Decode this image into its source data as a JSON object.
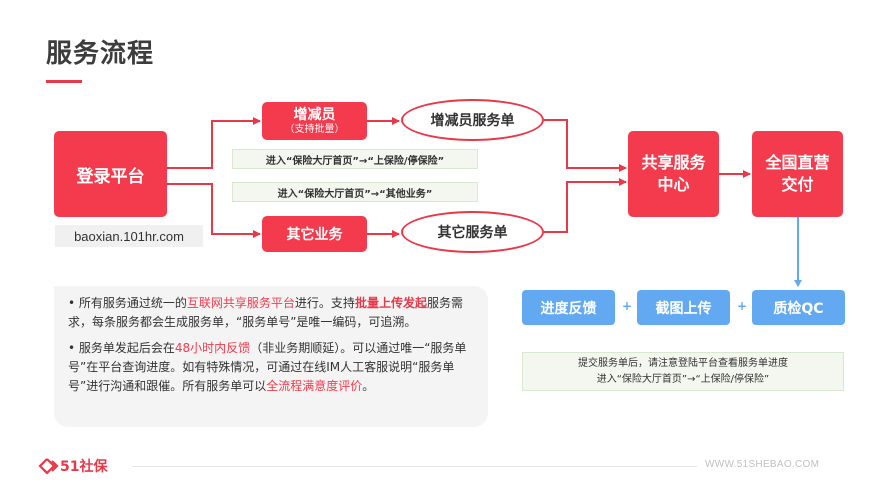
{
  "page": {
    "title": "服务流程"
  },
  "flow": {
    "login": "登录平台",
    "url": "baoxian.101hr.com",
    "add_staff": {
      "label": "增减员",
      "sub": "（支持批量）"
    },
    "other_business": "其它业务",
    "path_add": "进入“保险大厅首页”→“上保险/停保险”",
    "path_other": "进入“保险大厅首页”→“其他业务”",
    "add_order": "增减员服务单",
    "other_order": "其它服务单",
    "shared_center": {
      "line1": "共享服务",
      "line2": "中心"
    },
    "national_delivery": {
      "line1": "全国直营",
      "line2": "交付"
    },
    "steps": [
      {
        "label": "进度反馈"
      },
      {
        "label": "截图上传"
      },
      {
        "label": "质检QC"
      }
    ],
    "plus_sign": "+",
    "note": {
      "line1": "提交服务单后，请注意登陆平台查看服务单进度",
      "line2": "进入“保险大厅首页”→“上保险/停保险”"
    }
  },
  "info": {
    "p1": {
      "t1": "• 所有服务通过统一的",
      "h1": "互联网共享服务平台",
      "t2": "进行。支持",
      "h2": "批量上传发起",
      "t3": "服务需求，每条服务都会生成服务单，“服务单号”是唯一编码，可追溯。"
    },
    "p2": {
      "t1": "• 服务单发起后会在",
      "h1": "48小时内反馈",
      "t2": "（非业务期顺延）。可以通过唯一“服务单号”在平台查询进度。如有特殊情况，可通过在线IM人工客服说明“服务单号”进行沟通和跟催。所有服务单可以",
      "h2": "全流程满意度评价",
      "t3": "。"
    }
  },
  "footer": {
    "brand": "51社保",
    "url": "WWW.51SHEBAO.COM"
  },
  "colors": {
    "accent_red": "#f33b4d",
    "accent_blue": "#63a9f2",
    "note_green_bg": "#f3f7ef"
  }
}
